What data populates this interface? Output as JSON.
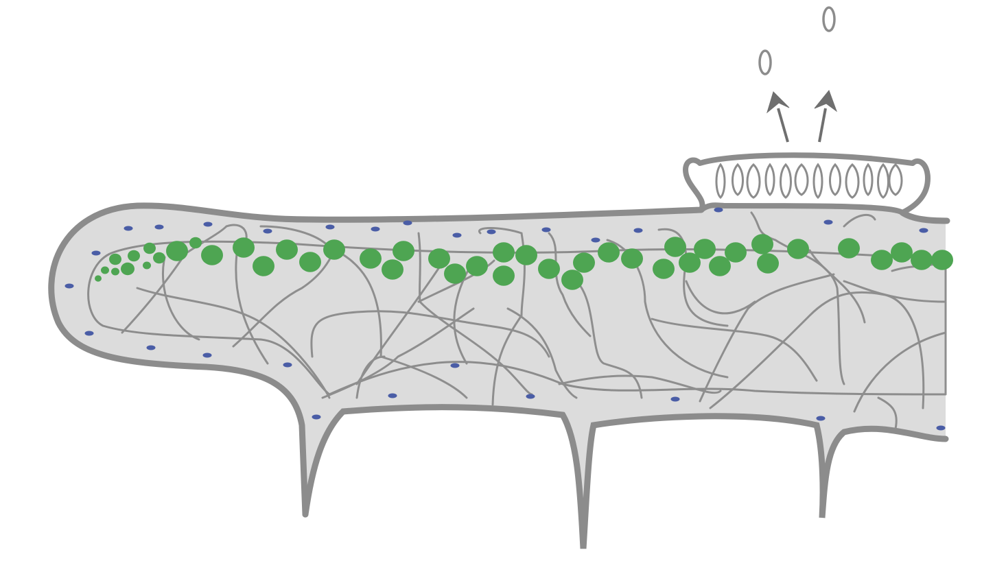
{
  "diagram": {
    "colors": {
      "background": "#ffffff",
      "body_fill": "#dcdcdc",
      "outline": "#8c8c8c",
      "filament": "#8e8e8e",
      "nucleus": "#4a5da6",
      "granule": "#4ea552",
      "arrow": "#6f6f6f",
      "spore_outline": "#8c8c8c"
    },
    "elements": [
      "cell-body",
      "sporangium-cup",
      "filament-network",
      "green-granules",
      "blue-nuclei",
      "release-arrows",
      "released-spores"
    ]
  }
}
